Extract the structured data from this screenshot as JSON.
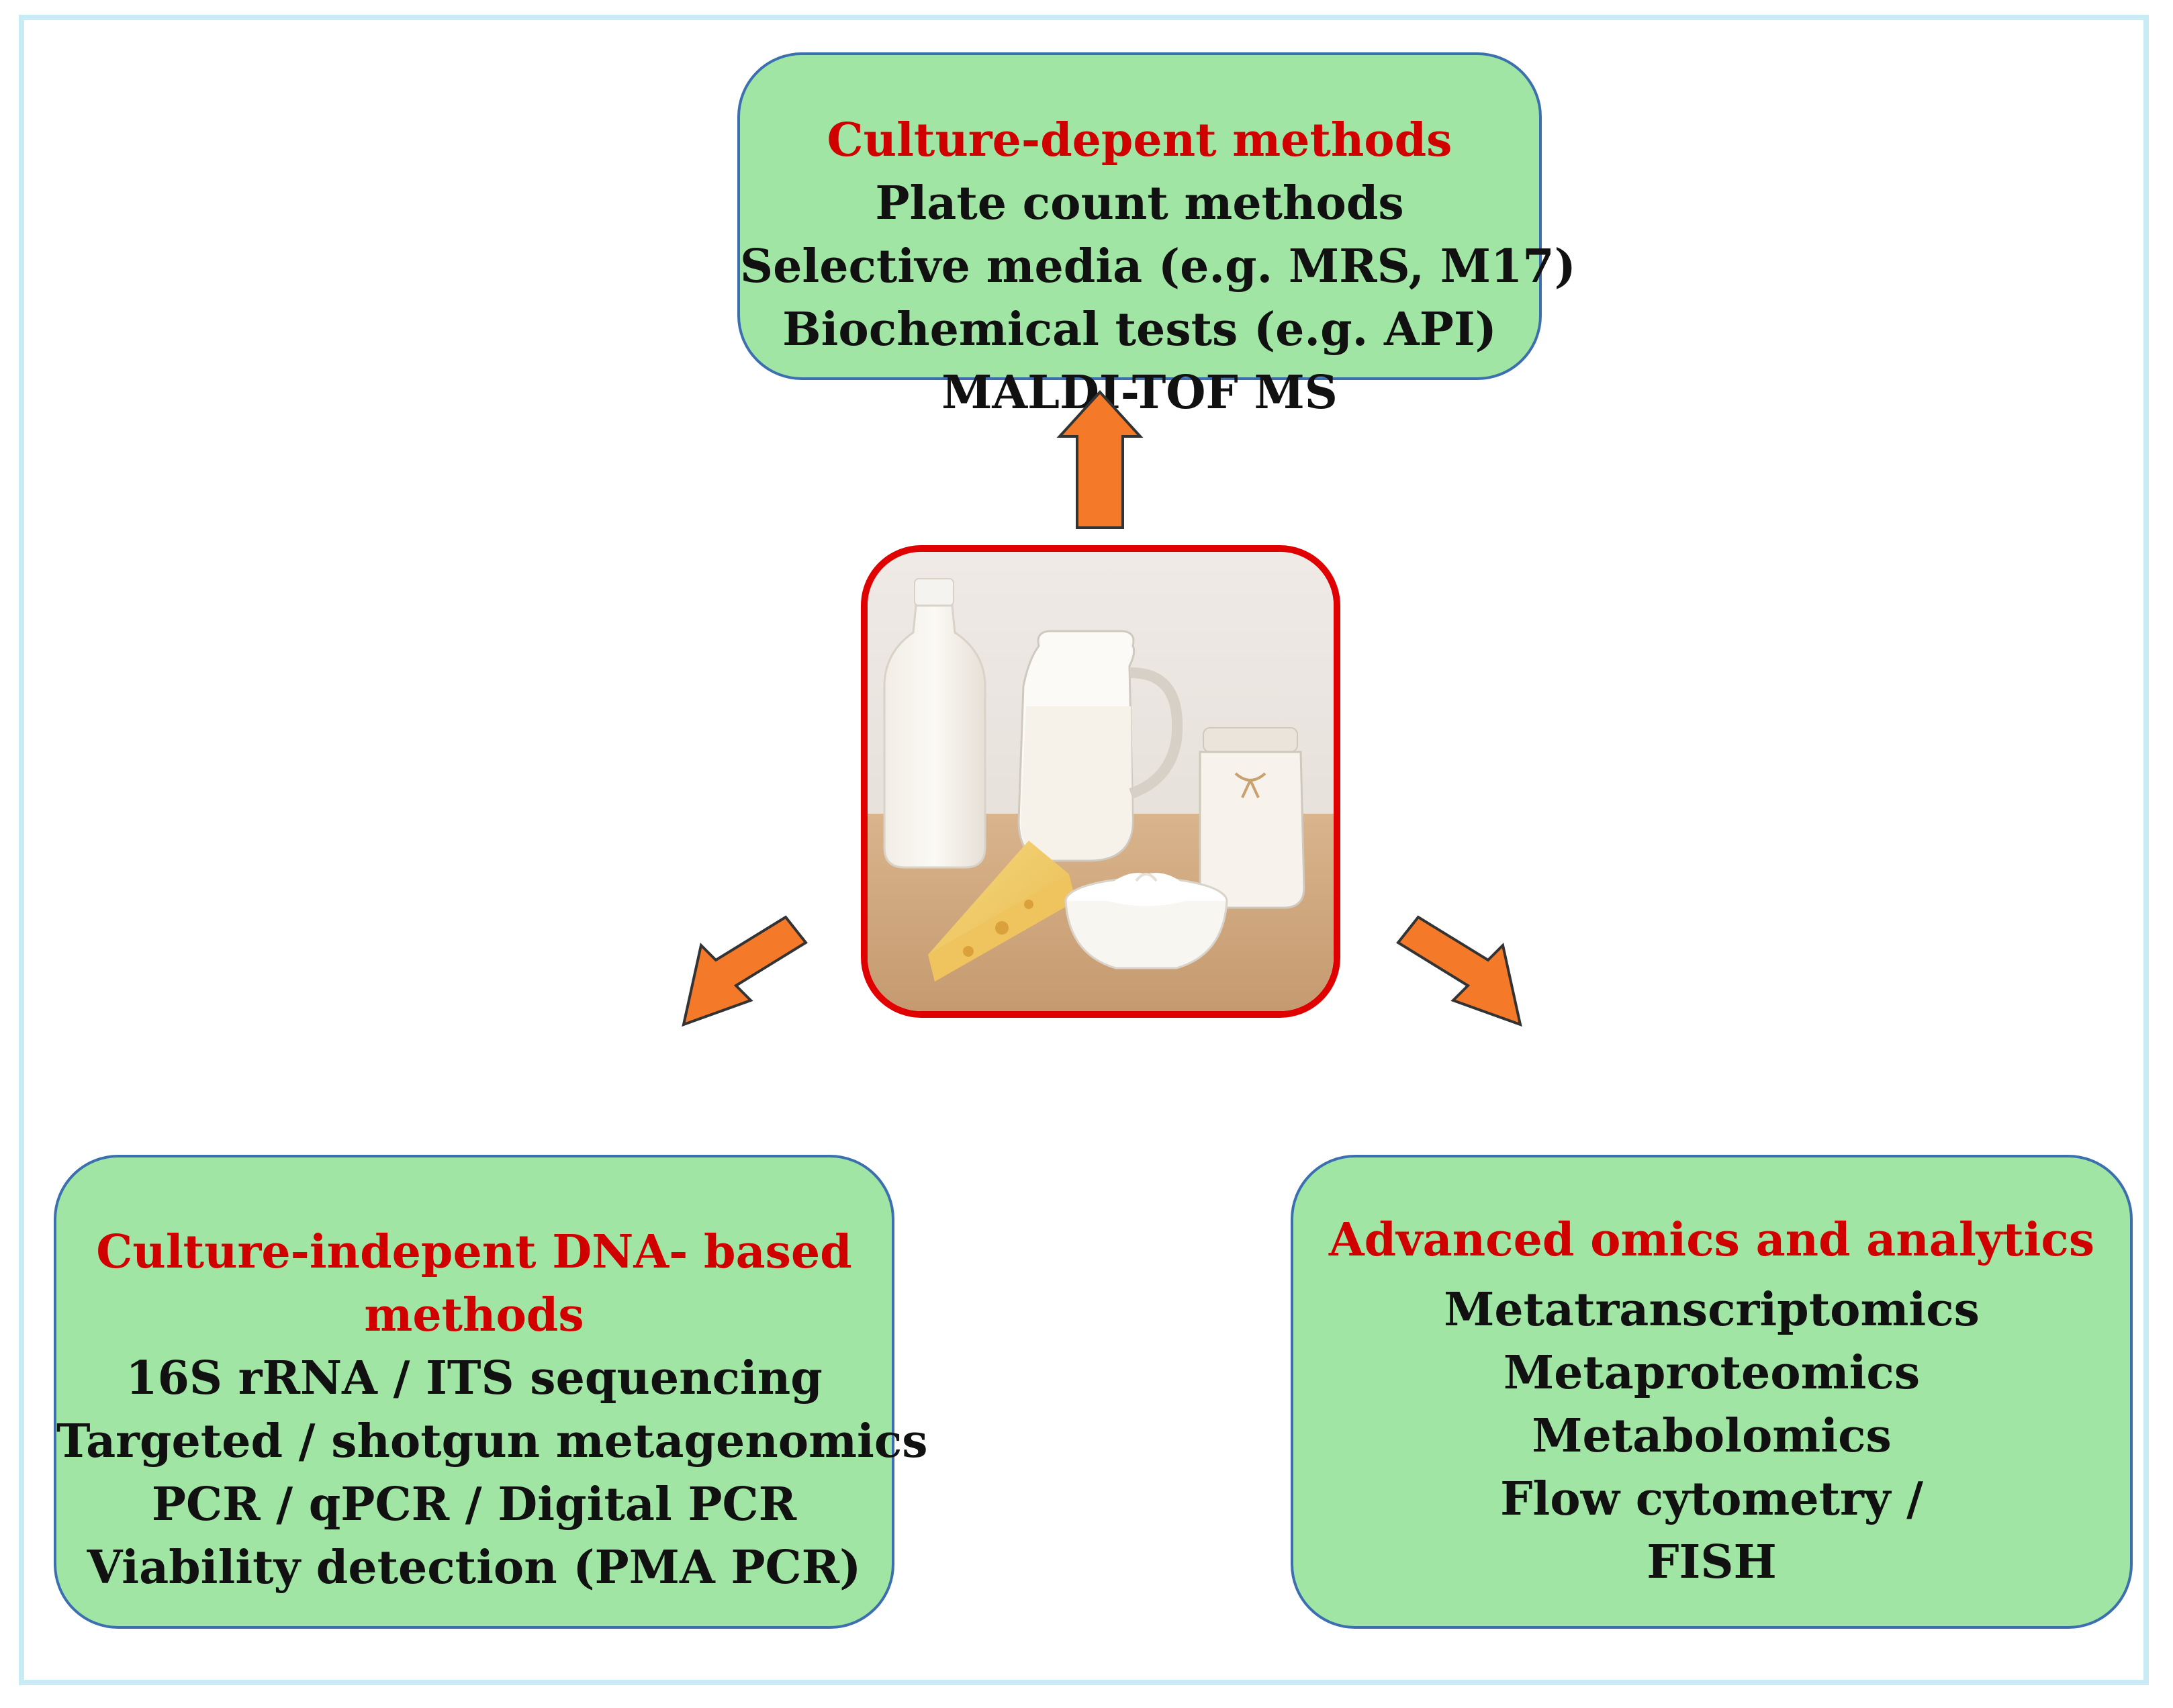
{
  "top_box": {
    "title": "Culture-depent methods",
    "items": [
      "Plate count methods",
      "Selective media (e.g. MRS, M17)",
      "Biochemical tests (e.g. API)",
      "MALDI-TOF MS"
    ]
  },
  "left_box": {
    "title_line1": "Culture-indepent DNA- based",
    "title_line2": "methods",
    "items": [
      "16S rRNA / ITS sequencing",
      "Targeted / shotgun metagenomics",
      "PCR / qPCR / Digital PCR",
      "Viability detection (PMA PCR)"
    ]
  },
  "right_box": {
    "title": "Advanced omics and analytics",
    "items": [
      "Metatranscriptomics",
      "Metaproteomics",
      "Metabolomics",
      "Flow cytometry /",
      "FISH"
    ]
  },
  "colors": {
    "box_fill": "#a0e5a3",
    "box_border": "#3b6fb0",
    "title_red": "#d10000",
    "arrow_orange": "#f47a2a",
    "center_border": "#e00000",
    "frame": "#c9ecf4"
  },
  "center_image": {
    "subject": "dairy products: milk bottle, milk jug, yogurt jar, cheese wedge, yogurt bowl"
  }
}
